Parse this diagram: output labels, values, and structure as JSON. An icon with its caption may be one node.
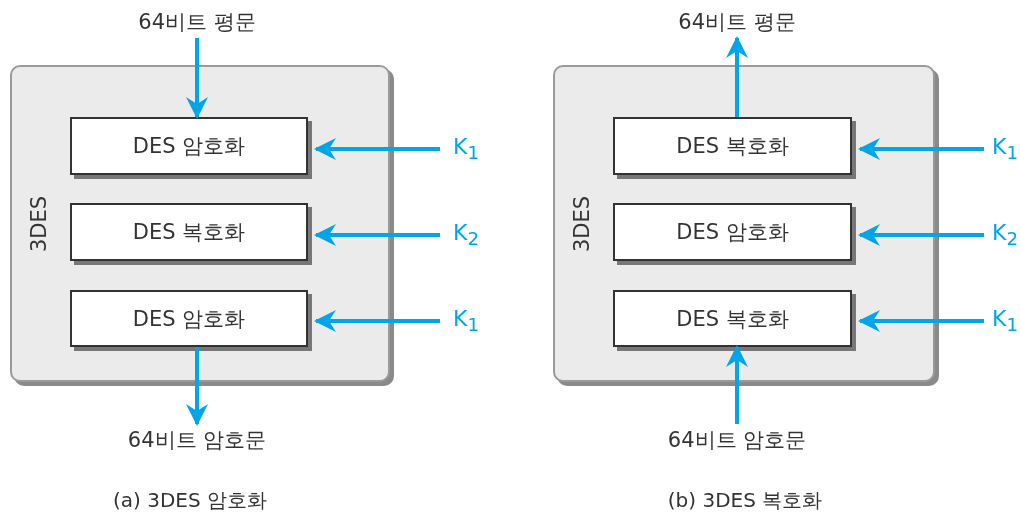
{
  "diagram": {
    "nodes": [
      {
        "text": [
          "64비트 평문"
        ]
      },
      {
        "text": [
          "3DES"
        ]
      },
      {
        "text": [
          "DES 암호화"
        ],
        "in": 1
      },
      {
        "text": [
          "DES 복호화"
        ],
        "in": 1
      },
      {
        "text": [
          "DES 암호화"
        ],
        "in": 1
      },
      {
        "text": [
          "K$_{1}$"
        ]
      },
      {
        "text": [
          "K$_{2}$"
        ]
      },
      {
        "text": [
          "K$_{1}$"
        ]
      },
      {
        "text": [
          "64비트 암호문"
        ]
      },
      {
        "text": [
          "64비트 평문"
        ]
      },
      {
        "text": [
          "3DES"
        ]
      },
      {
        "text": [
          "DES 복호화"
        ],
        "in": 10
      },
      {
        "text": [
          "DES 암호화"
        ],
        "in": 10
      },
      {
        "text": [
          "DES 복호화"
        ],
        "in": 10
      },
      {
        "text": [
          "K$_{1}$"
        ]
      },
      {
        "text": [
          "K$_{2}$"
        ]
      },
      {
        "text": [
          "K$_{1}$"
        ]
      },
      {
        "text": [
          "64비트 암호문"
        ]
      }
    ],
    "edges": [
      {
        "from": 0,
        "to": 2,
        "arrow": "to"
      },
      {
        "from": 5,
        "to": 2,
        "arrow": "to"
      },
      {
        "from": 6,
        "to": 3,
        "arrow": "to"
      },
      {
        "from": 7,
        "to": 4,
        "arrow": "to"
      },
      {
        "from": 4,
        "to": 8,
        "arrow": "to"
      },
      {
        "from": 11,
        "to": 9,
        "arrow": "to"
      },
      {
        "from": 14,
        "to": 11,
        "arrow": "to"
      },
      {
        "from": 15,
        "to": 12,
        "arrow": "to"
      },
      {
        "from": 16,
        "to": 13,
        "arrow": "to"
      },
      {
        "from": 17,
        "to": 13,
        "arrow": "to"
      }
    ],
    "labels": [
      "(a) 3DES 암호화",
      "(b) 3DES 복호화"
    ]
  }
}
